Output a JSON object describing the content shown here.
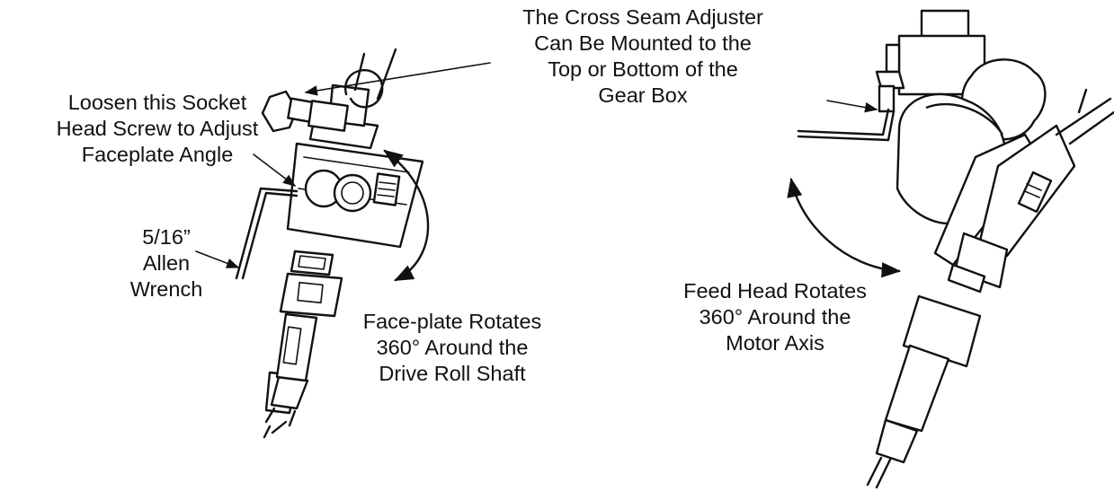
{
  "labels": {
    "cross_seam": [
      "The Cross Seam Adjuster",
      "Can Be Mounted to the",
      "Top or Bottom of the",
      "Gear Box"
    ],
    "loosen_screw": [
      "Loosen this Socket",
      "Head Screw to Adjust",
      "Faceplate Angle"
    ],
    "allen_wrench": [
      "5/16”",
      "Allen",
      "Wrench"
    ],
    "faceplate_rotates": [
      "Face-plate Rotates",
      "360° Around the",
      "Drive Roll Shaft"
    ],
    "feed_head_rotates": [
      "Feed Head Rotates",
      "360° Around the",
      "Motor Axis"
    ]
  },
  "figures": {
    "left": "faceplate-assembly",
    "right": "feed-head-assembly"
  },
  "colors": {
    "line": "#111111",
    "background": "#ffffff"
  }
}
